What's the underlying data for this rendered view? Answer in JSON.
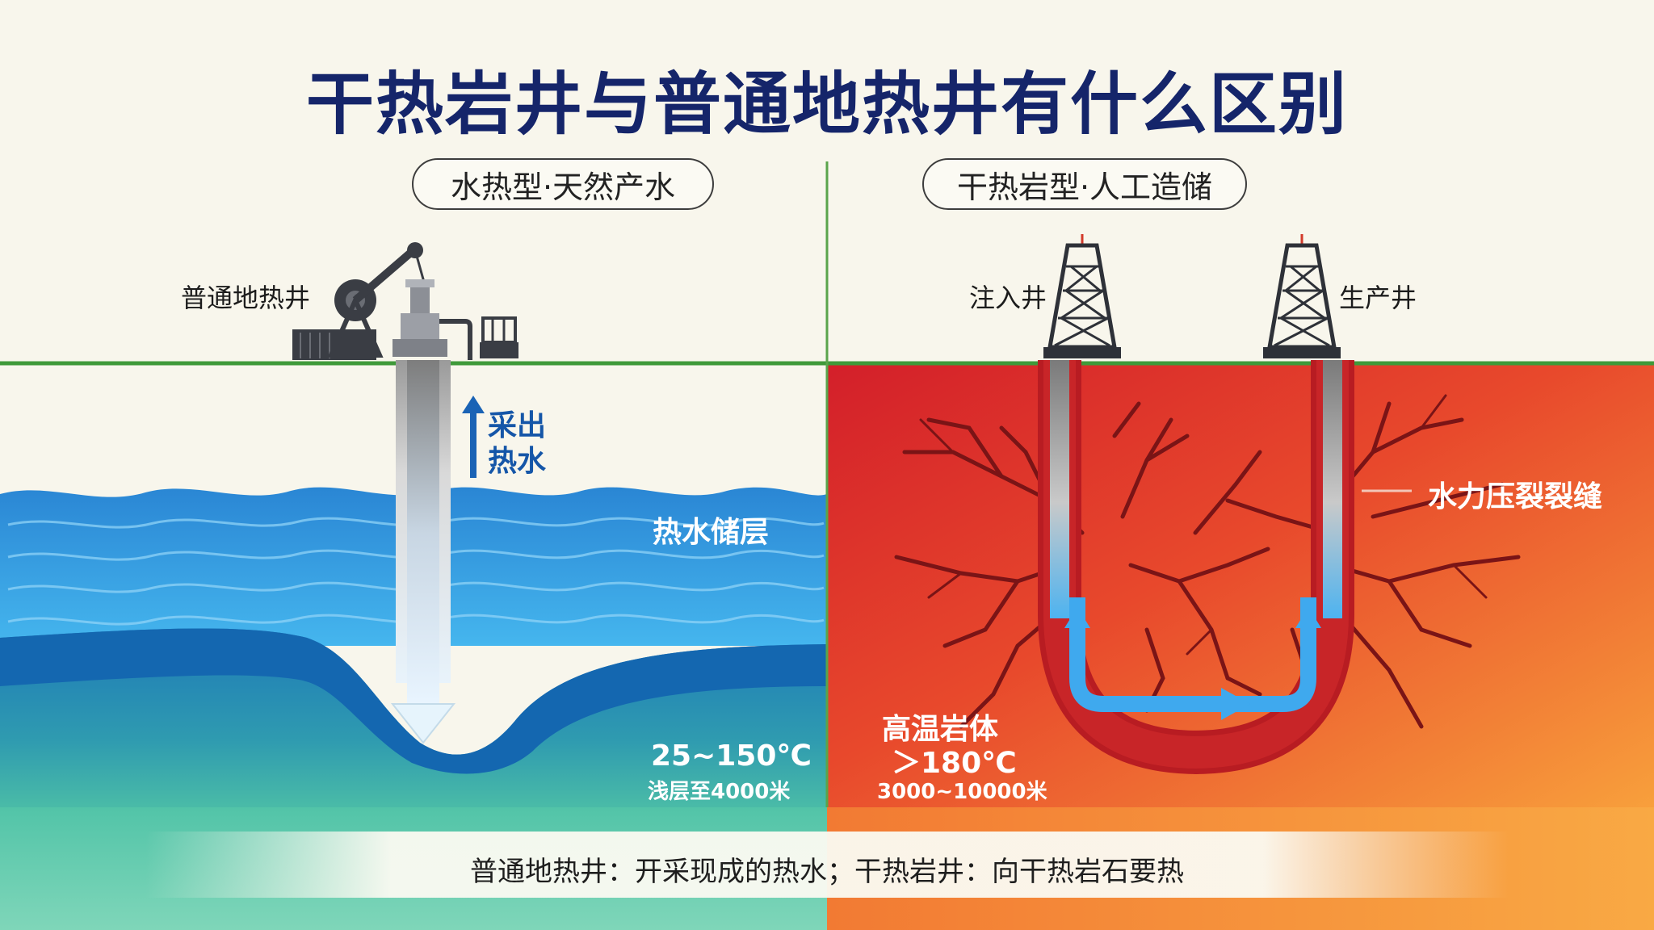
{
  "title": "干热岩井与普通地热井有什么区别",
  "left_panel": {
    "pill": "水热型·天然产水",
    "well_label": "普通地热井",
    "flow_label_line1": "采出",
    "flow_label_line2": "热水",
    "reservoir_label": "热水储层",
    "temp_label": "25~150℃",
    "depth_label": "浅层至4000米"
  },
  "right_panel": {
    "pill": "干热岩型·人工造储",
    "injection_well_label": "注入井",
    "production_well_label": "生产井",
    "fracture_label": "水力压裂裂缝",
    "rock_label": "高温岩体",
    "temp_label": "＞180℃",
    "depth_label": "3000~10000米"
  },
  "caption": "普通地热井：开采现成的热水；干热岩井：向干热岩石要热",
  "colors": {
    "title": "#15256a",
    "ground_line": "#3f9a3a",
    "water": "#2f8fd8",
    "deep_water": "#1467b0",
    "hot_rock_top": "#d42a2a",
    "hot_rock_bottom": "#f7913a",
    "fracture": "#7a1416",
    "flow_arrow": "#3fa9ee"
  }
}
